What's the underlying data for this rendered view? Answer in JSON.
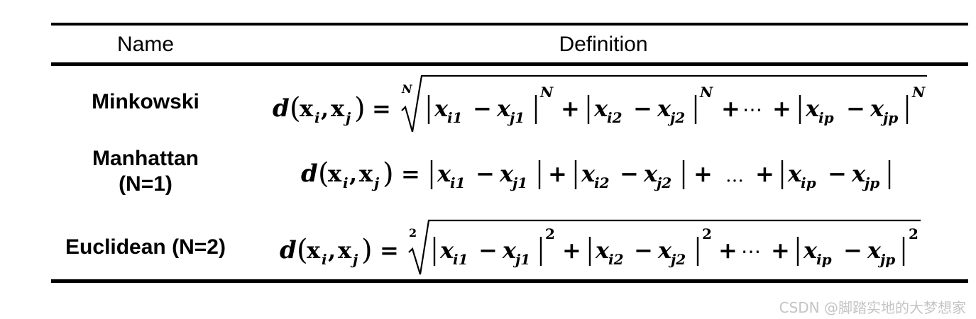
{
  "table": {
    "headers": {
      "name": "Name",
      "definition": "Definition"
    },
    "rows": [
      {
        "name": "Minkowski",
        "formula": {
          "lhs": "d(x_i, x_j) =",
          "index": "N",
          "terms": [
            "x_i1 − x_j1",
            "x_i2 − x_j2",
            "x_ip − x_jp"
          ],
          "exponent": "N",
          "ellipsis": "⋯"
        }
      },
      {
        "name_lines": [
          "Manhattan",
          "(N=1)"
        ],
        "formula": {
          "lhs": "d(x_i, x_j) =",
          "terms": [
            "x_i1 − x_j1",
            "x_i2 − x_j2",
            "x_ip − x_jp"
          ],
          "ellipsis": "…"
        }
      },
      {
        "name": "Euclidean (N=2)",
        "formula": {
          "lhs": "d(x_i, x_j) =",
          "index": "2",
          "terms": [
            "x_i1 − x_j1",
            "x_i2 − x_j2",
            "x_ip − x_jp"
          ],
          "exponent": "2",
          "ellipsis": "⋯"
        }
      }
    ]
  },
  "watermark": "CSDN @脚踏实地的大梦想家"
}
